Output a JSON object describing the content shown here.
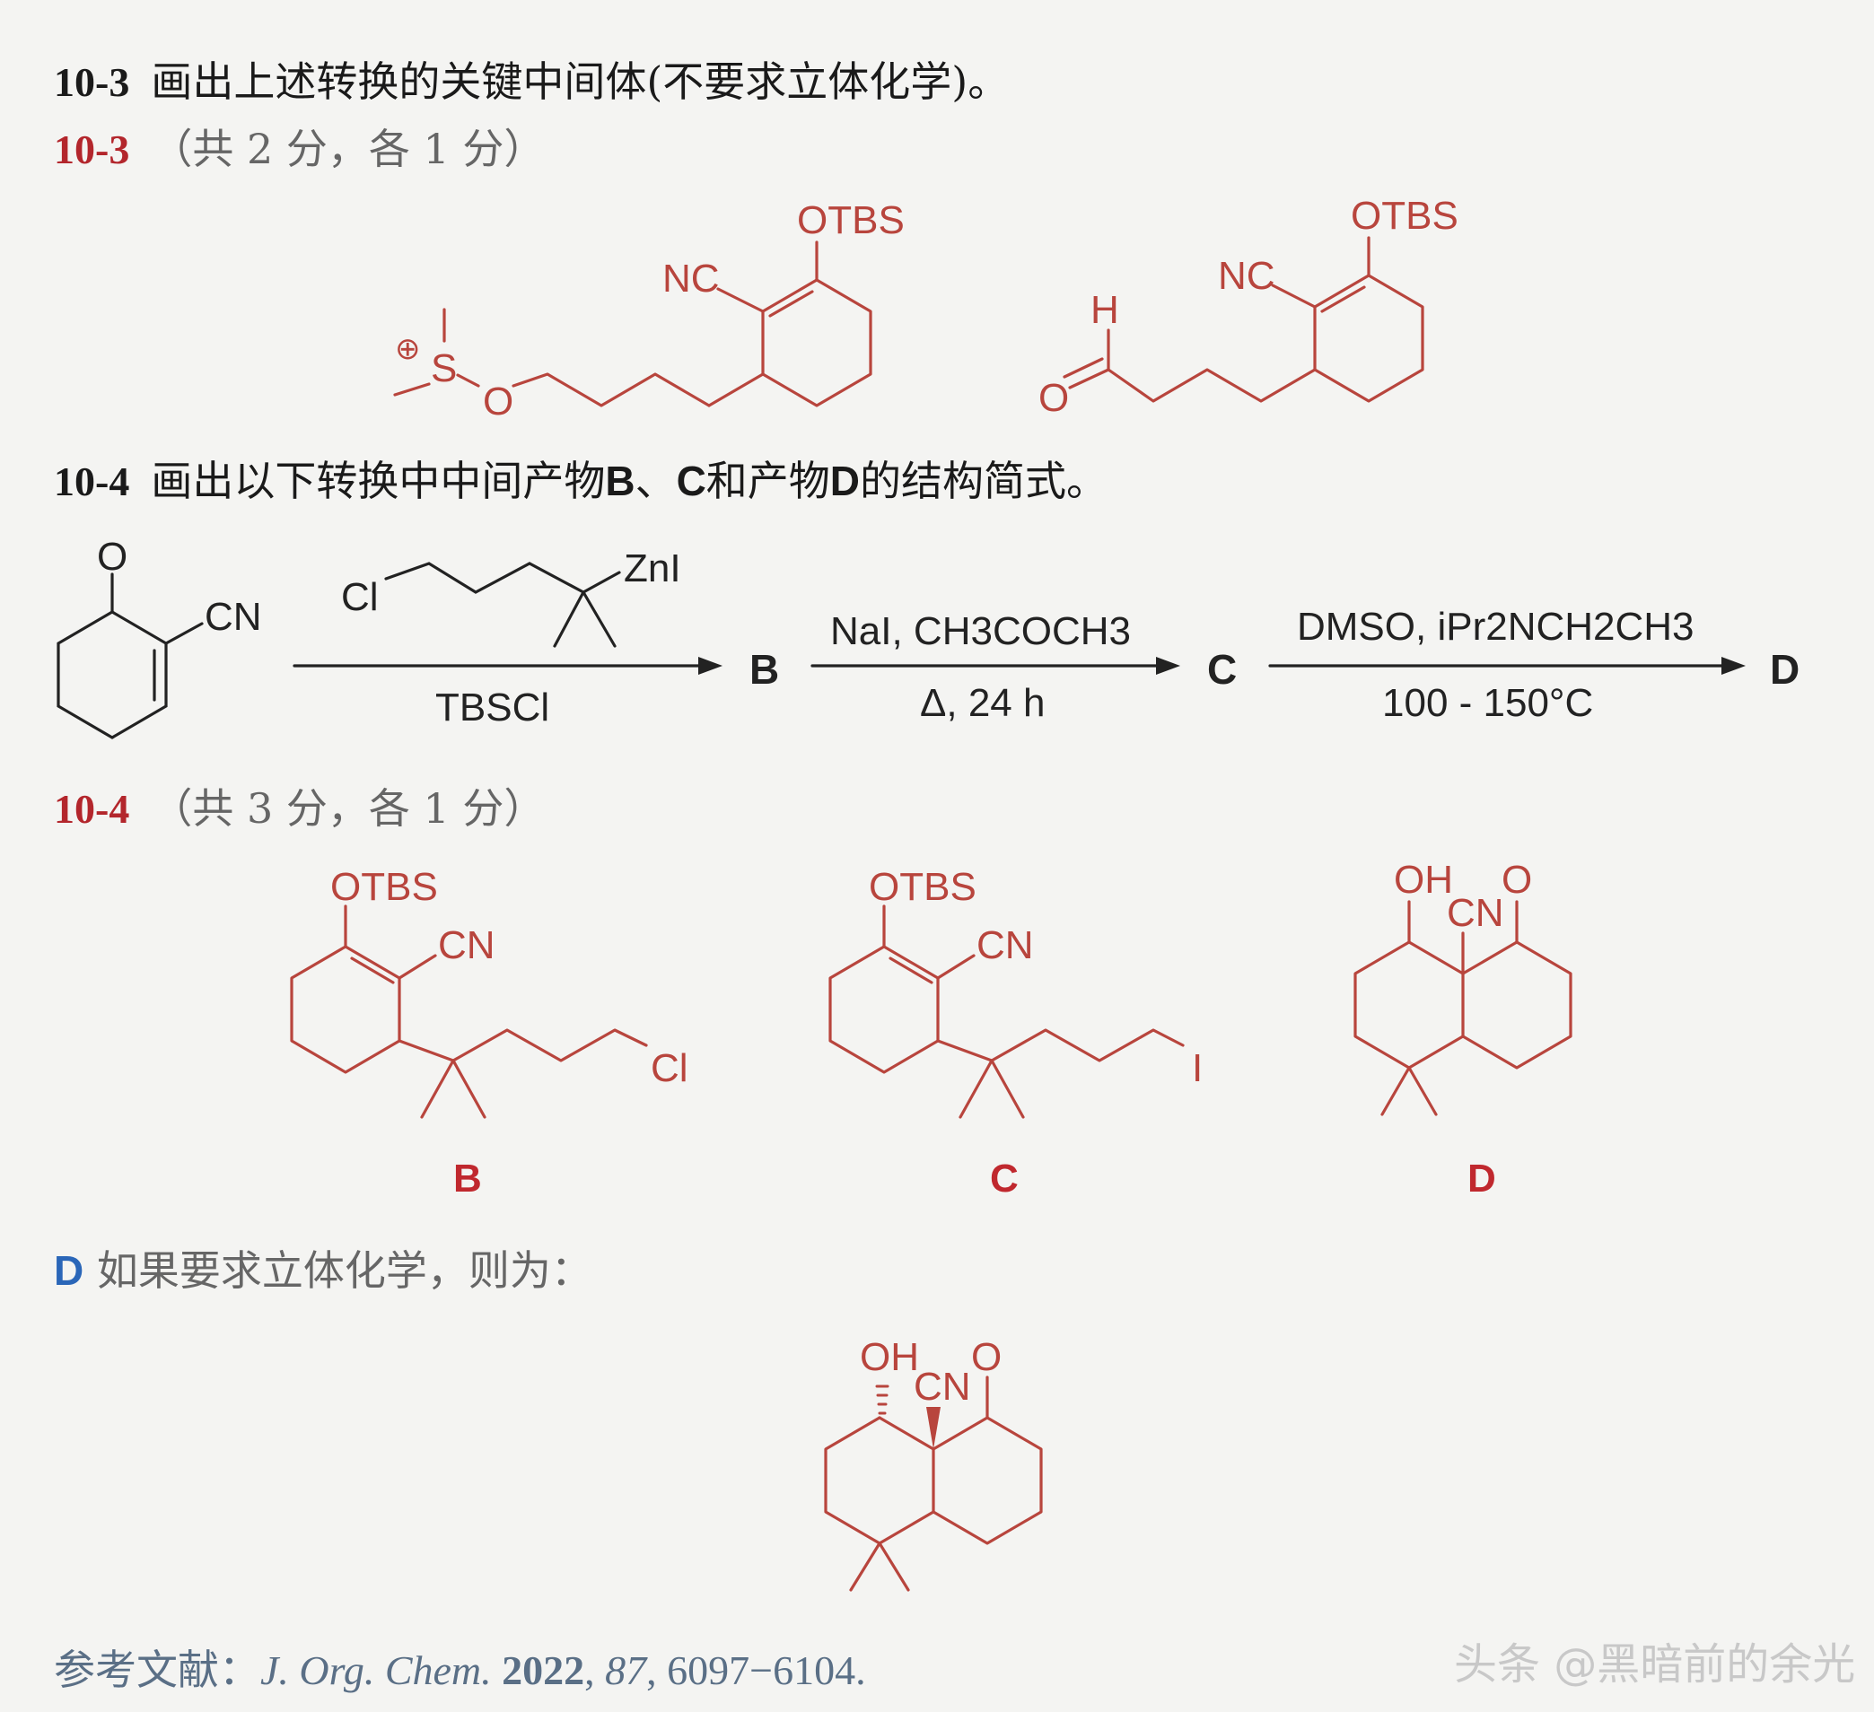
{
  "q103": {
    "num": "10-3",
    "text": "画出上述转换的关键中间体(不要求立体化学)。"
  },
  "a103": {
    "num": "10-3",
    "text": "（共 2 分，各 1 分）"
  },
  "q104": {
    "num": "10-4",
    "text_a": "画出以下转换中中间产物",
    "B": "B",
    "sep": "、",
    "C": "C",
    "text_b": "和产物",
    "D": "D",
    "text_c": "的结构简式。"
  },
  "a104": {
    "num": "10-4",
    "text": "（共 3 分，各 1 分）"
  },
  "labels": {
    "otbs": "OTBS",
    "nc": "NC",
    "cn": "CN",
    "h": "H",
    "o": "O",
    "s": "S",
    "plus": "⊕",
    "cl": "Cl",
    "i": "I",
    "oh": "OH",
    "znl": "ZnI"
  },
  "scheme": {
    "reagent1_below": "TBSCl",
    "reagent2_above": "NaI, CH3COCH3",
    "reagent2_below": "Δ, 24 h",
    "reagent3_above": "DMSO, iPr2NCH2CH3",
    "reagent3_below": "100 - 150°C",
    "B": "B",
    "C": "C",
    "D": "D"
  },
  "captions": {
    "B": "B",
    "C": "C",
    "D": "D"
  },
  "stereo_note": {
    "D": "D",
    "text": "如果要求立体化学，则为："
  },
  "reference": {
    "prefix": "参考文献：",
    "journal": "J. Org. Chem.",
    "year": "2022",
    "volume": "87",
    "pages": "6097−6104."
  },
  "watermark": "头条 @黑暗前的余光"
}
